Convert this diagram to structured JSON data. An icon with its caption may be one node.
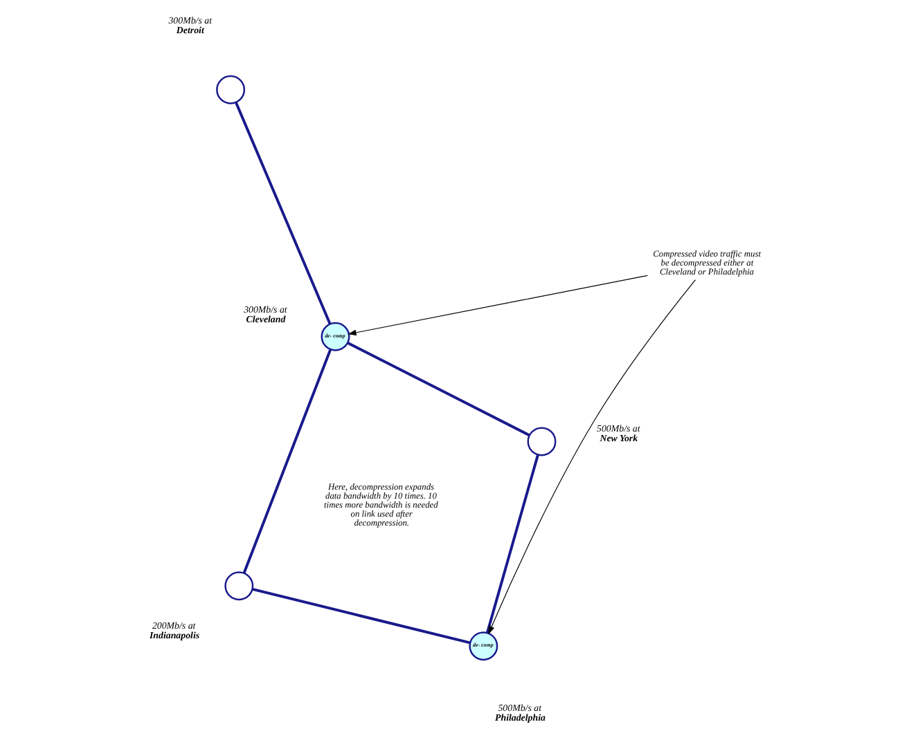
{
  "diagram": {
    "nodes": [
      {
        "text": [],
        "shape": "circle",
        "beside": [
          "300Mb/s at",
          "Detroit"
        ]
      },
      {
        "text": [
          "de- comp"
        ],
        "beside": [
          "300Mb/s at",
          "Cleveland"
        ]
      },
      {
        "text": [],
        "shape": "circle",
        "beside": [
          "500Mb/s at",
          "New York"
        ]
      },
      {
        "text": [],
        "shape": "circle",
        "beside": [
          "200Mb/s at",
          "Indianapolis"
        ]
      },
      {
        "text": [
          "de- comp"
        ],
        "beside": [
          "500Mb/s at",
          "Philadelphia"
        ]
      },
      {
        "text": [
          "Compressed video traffic must be decompressed either at Cleveland or Philadelphia"
        ]
      }
    ],
    "edges": [
      {
        "from": 0,
        "to": 1,
        "arrow": "none"
      },
      {
        "from": 1,
        "to": 2,
        "arrow": "none"
      },
      {
        "from": 1,
        "to": 3,
        "arrow": "none"
      },
      {
        "from": 2,
        "to": 4,
        "arrow": "none"
      },
      {
        "from": 3,
        "to": 4,
        "arrow": "none"
      },
      {
        "from": 5,
        "to": 1,
        "arrow": "to",
        "color": "#000000"
      },
      {
        "from": 5,
        "to": 4,
        "arrow": "to",
        "color": "#000000"
      }
    ],
    "labels": [
      "Here, decompression expands data bandwidth by 10 times. 10 times more bandwidth is needed on link used after decompression."
    ]
  }
}
